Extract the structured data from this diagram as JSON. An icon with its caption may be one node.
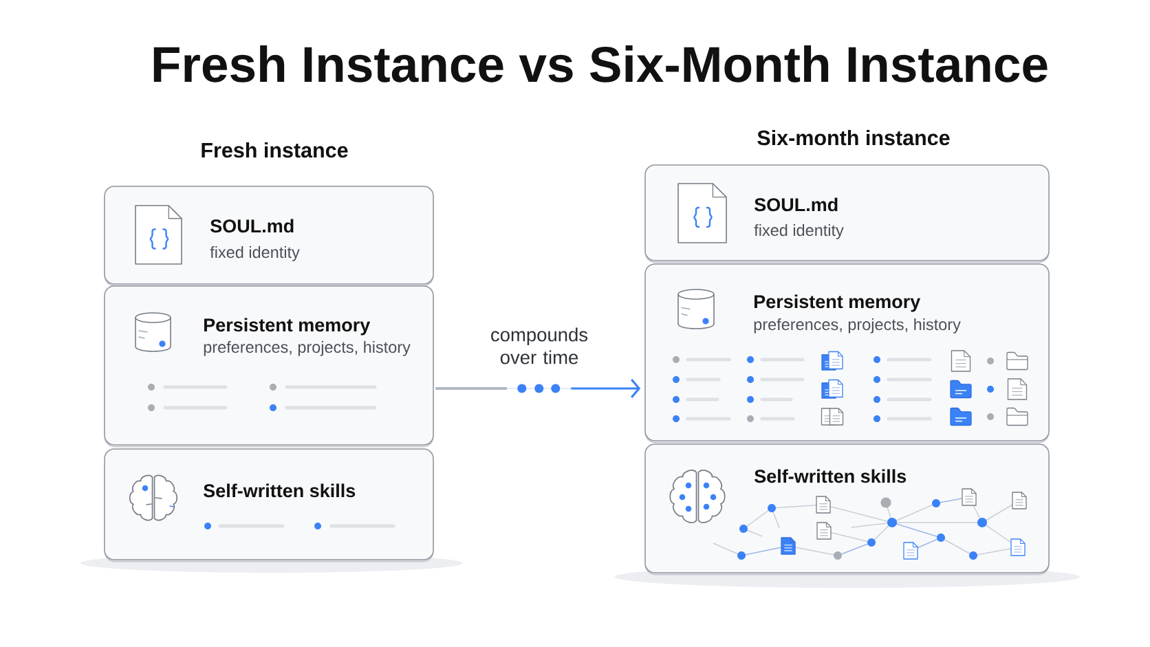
{
  "diagram": {
    "title": "Fresh Instance vs Six-Month Instance",
    "nodes": [
      {
        "text": [
          "SOUL.md",
          "fixed identity"
        ]
      },
      {
        "text": [
          "Persistent memory",
          "preferences, projects, history"
        ]
      },
      {
        "text": [
          "Self-written skills"
        ]
      },
      {
        "text": [
          "SOUL.md",
          "fixed identity"
        ]
      },
      {
        "text": [
          "Persistent memory",
          "preferences, projects, history"
        ]
      },
      {
        "text": [
          "Self-written skills"
        ]
      }
    ],
    "edges": [
      {
        "from": 1,
        "to": 4,
        "arrow": "to",
        "label": "compounds over time"
      }
    ],
    "labels": [
      "Fresh instance",
      "Six-month instance"
    ]
  }
}
